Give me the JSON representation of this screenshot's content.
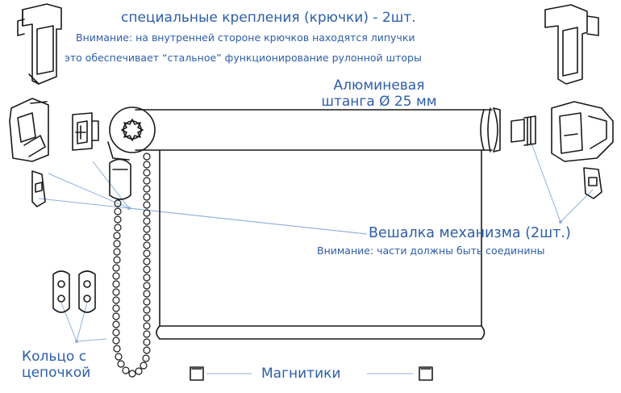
{
  "labels": {
    "hooks_title": "специальные крепления (крючки) - 2шт.",
    "hooks_note_1": "Внимание: на внутренней стороне крючков находятся липучки",
    "hooks_note_2": "это обеспечивает “стальное” функционирование рулонной шторы",
    "rod_1": "Алюминевая",
    "rod_2": "штанга Ø 25 мм",
    "hanger_title": "Вешалка механизма (2шт.)",
    "hanger_note": "Внимание: части должны быть соединины",
    "ring_1": "Кольцо с",
    "ring_2": "цепочкой",
    "magnets": "Магнитики"
  },
  "colors": {
    "line_art": "#1a1a1a",
    "label_text": "#2d5ea8",
    "leader_lines": "#8fb0d8"
  }
}
